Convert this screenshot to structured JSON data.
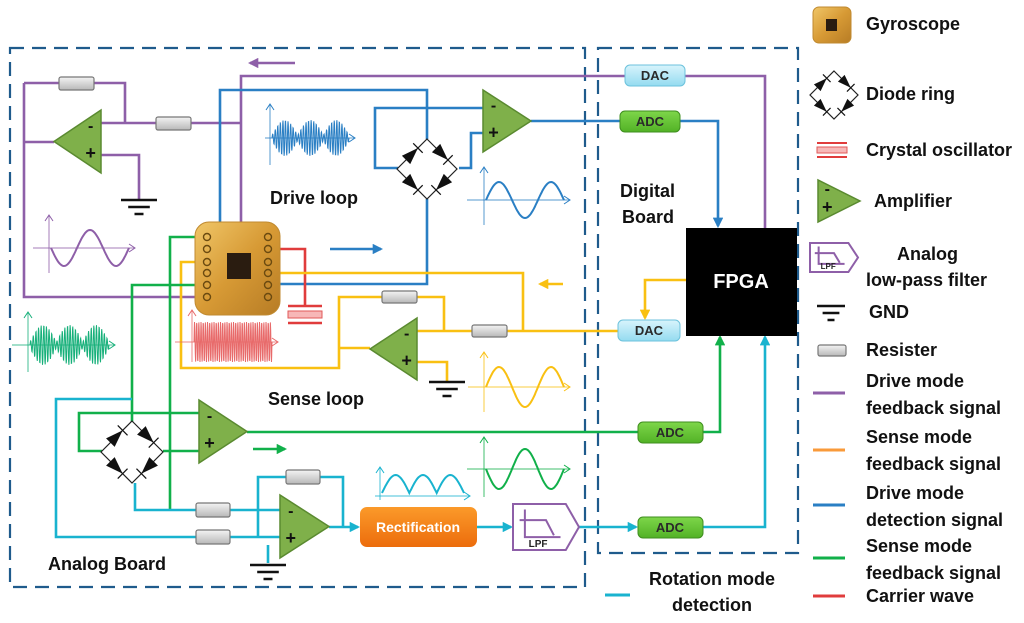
{
  "labels": {
    "drive_loop": "Drive loop",
    "sense_loop": "Sense loop",
    "analog_board": "Analog Board",
    "digital_board_1": "Digital",
    "digital_board_2": "Board",
    "fpga": "FPGA",
    "rectification": "Rectification",
    "lpf": "LPF",
    "dac_top": "DAC",
    "dac_bottom": "DAC",
    "adc_drive": "ADC",
    "adc_sense": "ADC",
    "adc_rotation": "ADC",
    "rotation_1": "Rotation mode",
    "rotation_2": "detection"
  },
  "legend": {
    "gyroscope": "Gyroscope",
    "diode_ring": "Diode ring",
    "crystal": "Crystal oscillator",
    "amplifier": "Amplifier",
    "lpf_1": "Analog",
    "lpf_2": "low-pass filter",
    "lpf_icon": "LPF",
    "gnd": "GND",
    "resister": "Resister",
    "drive_fb_1": "Drive mode",
    "drive_fb_2": "feedback signal",
    "sense_fb_1": "Sense mode",
    "sense_fb_2": "feedback signal",
    "drive_det_1": "Drive mode",
    "drive_det_2": "detection signal",
    "sense_fb2_1": "Sense mode",
    "sense_fb2_2": "feedback signal",
    "carrier": "Carrier wave"
  },
  "amp_signs": {
    "minus": "-",
    "plus": "+"
  },
  "colors": {
    "drive_feedback": "#8e5fa8",
    "sense_feedback": "#f9c012",
    "drive_detection": "#2a7fc4",
    "sense_feedback_green": "#11b04a",
    "carrier": "#e03c3c",
    "rotation_detection": "#19b3cf",
    "amplifier": "#7fb04a",
    "board_border": "#1f5b8c"
  }
}
